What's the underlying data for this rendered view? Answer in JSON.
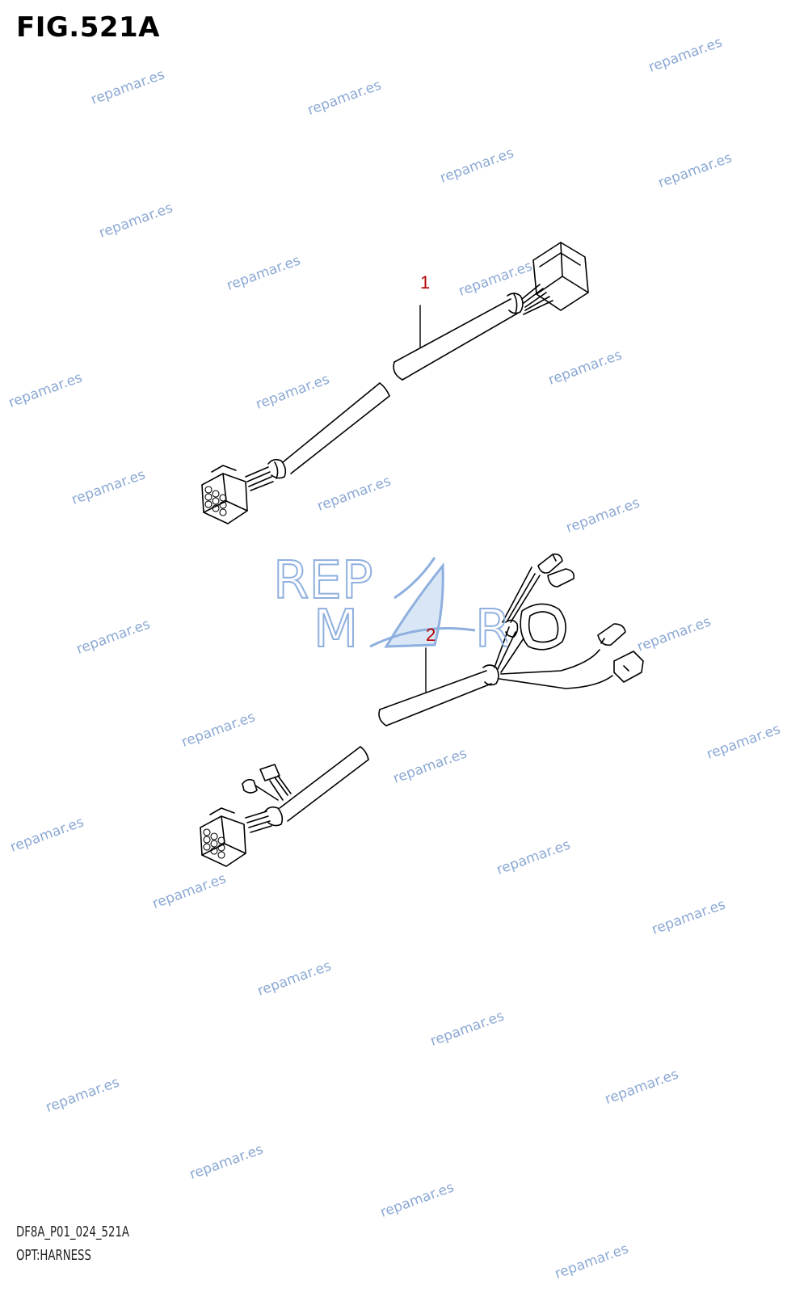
{
  "figure": {
    "title": "FIG.521A"
  },
  "callouts": [
    {
      "label": "1"
    },
    {
      "label": "2"
    }
  ],
  "footer": {
    "code": "DF8A_P01_024_521A",
    "name": "OPT:HARNESS"
  },
  "watermark": {
    "text": "repamar.es",
    "logo_text_line1": "REP",
    "logo_text_line2": "M R",
    "color": "#7f9fd0"
  },
  "colors": {
    "line": "#000000",
    "callout": "#b30000"
  }
}
